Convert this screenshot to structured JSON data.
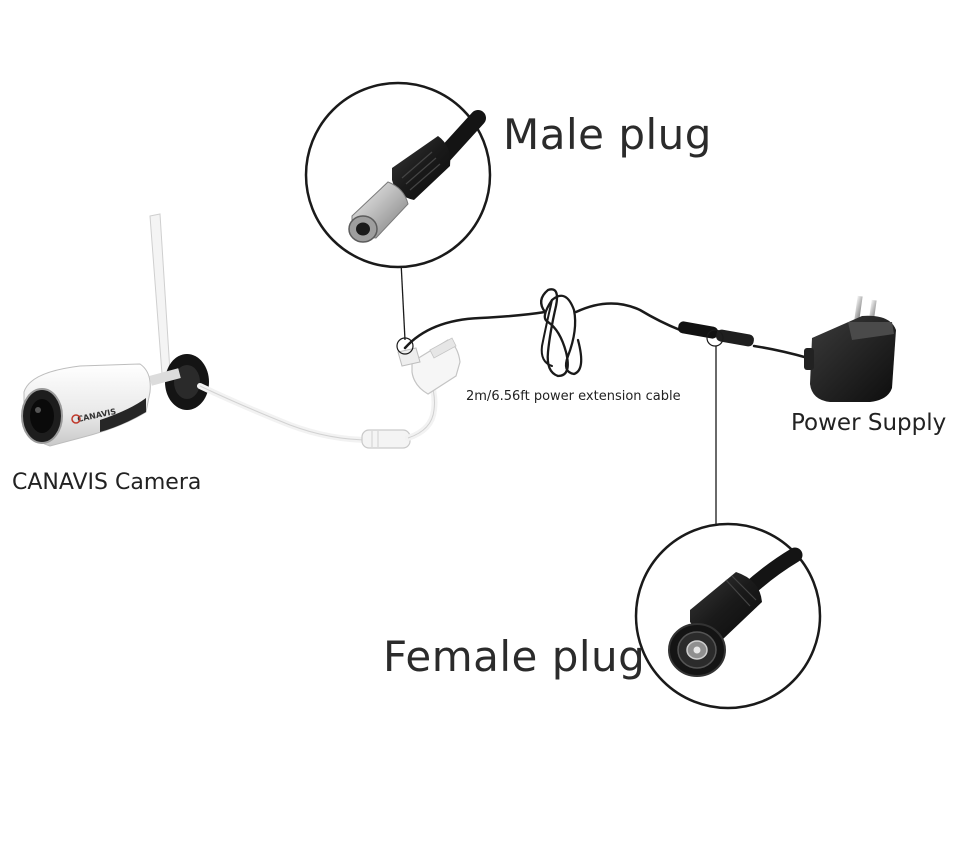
{
  "labels": {
    "male_plug": "Male plug",
    "female_plug": "Female plug",
    "cable": "2m/6.56ft power extension cable",
    "power_supply": "Power Supply",
    "camera": "CANAVIS Camera",
    "camera_logo": "CANAVIS"
  },
  "colors": {
    "cable_black": "#1a1a1a",
    "cable_white": "#f2f2f2",
    "text": "#2b2b2b"
  }
}
